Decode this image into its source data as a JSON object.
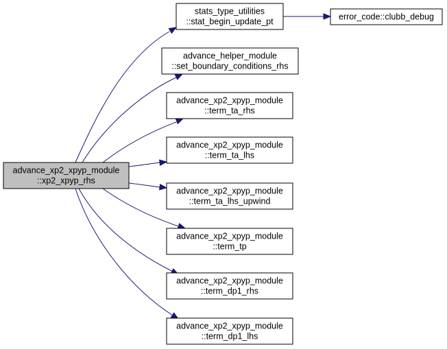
{
  "graph": {
    "root": {
      "id": "root",
      "lines": [
        "advance_xp2_xpyp_module",
        "::xp2_xpyp_rhs"
      ],
      "highlighted": true
    },
    "nodes": [
      {
        "id": "stat_begin_update_pt",
        "lines": [
          "stats_type_utilities",
          "::stat_begin_update_pt"
        ]
      },
      {
        "id": "clubb_debug",
        "lines": [
          "error_code::clubb_debug"
        ]
      },
      {
        "id": "set_boundary_conditions_rhs",
        "lines": [
          "advance_helper_module",
          "::set_boundary_conditions_rhs"
        ]
      },
      {
        "id": "term_ta_rhs",
        "lines": [
          "advance_xp2_xpyp_module",
          "::term_ta_rhs"
        ]
      },
      {
        "id": "term_ta_lhs",
        "lines": [
          "advance_xp2_xpyp_module",
          "::term_ta_lhs"
        ]
      },
      {
        "id": "term_ta_lhs_upwind",
        "lines": [
          "advance_xp2_xpyp_module",
          "::term_ta_lhs_upwind"
        ]
      },
      {
        "id": "term_tp",
        "lines": [
          "advance_xp2_xpyp_module",
          "::term_tp"
        ]
      },
      {
        "id": "term_dp1_rhs",
        "lines": [
          "advance_xp2_xpyp_module",
          "::term_dp1_rhs"
        ]
      },
      {
        "id": "term_dp1_lhs",
        "lines": [
          "advance_xp2_xpyp_module",
          "::term_dp1_lhs"
        ]
      }
    ],
    "edges": [
      {
        "from": "root",
        "to": "stat_begin_update_pt"
      },
      {
        "from": "stat_begin_update_pt",
        "to": "clubb_debug"
      },
      {
        "from": "root",
        "to": "set_boundary_conditions_rhs"
      },
      {
        "from": "root",
        "to": "term_ta_rhs"
      },
      {
        "from": "root",
        "to": "term_ta_lhs"
      },
      {
        "from": "root",
        "to": "term_ta_lhs_upwind"
      },
      {
        "from": "root",
        "to": "term_tp"
      },
      {
        "from": "root",
        "to": "term_dp1_rhs"
      },
      {
        "from": "root",
        "to": "term_dp1_lhs"
      }
    ],
    "colors": {
      "edge": "#191970",
      "root_fill": "#bfbfbf",
      "node_fill": "#ffffff",
      "border": "#000000"
    }
  }
}
